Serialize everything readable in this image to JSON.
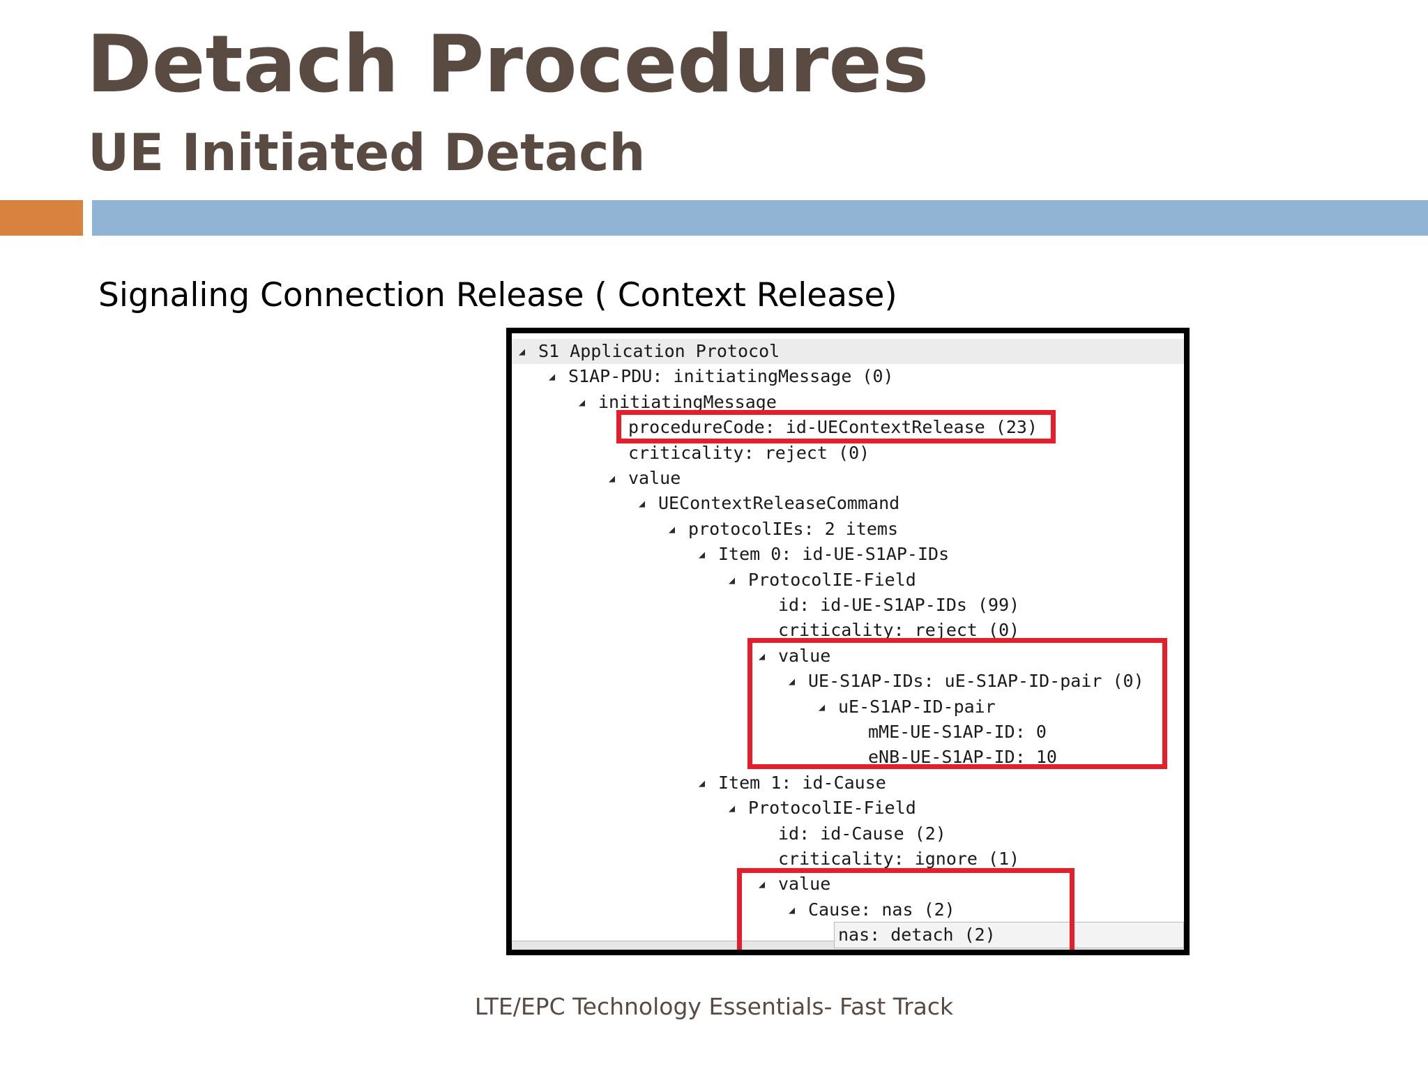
{
  "slide": {
    "title": "Detach Procedures",
    "subtitle": "UE Initiated Detach",
    "heading": "Signaling Connection Release ( Context Release)",
    "footer": "LTE/EPC Technology Essentials- Fast Track"
  },
  "colors": {
    "title_text": "#594a42",
    "accent_orange": "#d9823f",
    "accent_blue": "#92b4d4",
    "highlight_red": "#e41f2b"
  },
  "packet_tree": {
    "expander_icon": "triangle-expanded-icon",
    "rows": [
      {
        "text": "S1 Application Protocol",
        "expanded": true
      },
      {
        "text": "S1AP-PDU: initiatingMessage (0)",
        "expanded": true
      },
      {
        "text": "initiatingMessage",
        "expanded": true
      },
      {
        "text": "procedureCode: id-UEContextRelease (23)",
        "expanded": false
      },
      {
        "text": "criticality: reject (0)",
        "expanded": false
      },
      {
        "text": "value",
        "expanded": true
      },
      {
        "text": "UEContextReleaseCommand",
        "expanded": true
      },
      {
        "text": "protocolIEs: 2 items",
        "expanded": true
      },
      {
        "text": "Item 0: id-UE-S1AP-IDs",
        "expanded": true
      },
      {
        "text": "ProtocolIE-Field",
        "expanded": true
      },
      {
        "text": "id: id-UE-S1AP-IDs (99)",
        "expanded": false
      },
      {
        "text": "criticality: reject (0)",
        "expanded": false
      },
      {
        "text": "value",
        "expanded": true
      },
      {
        "text": "UE-S1AP-IDs: uE-S1AP-ID-pair (0)",
        "expanded": true
      },
      {
        "text": "uE-S1AP-ID-pair",
        "expanded": true
      },
      {
        "text": "mME-UE-S1AP-ID: 0",
        "expanded": false
      },
      {
        "text": "eNB-UE-S1AP-ID: 10",
        "expanded": false
      },
      {
        "text": "Item 1: id-Cause",
        "expanded": true
      },
      {
        "text": "ProtocolIE-Field",
        "expanded": true
      },
      {
        "text": "id: id-Cause (2)",
        "expanded": false
      },
      {
        "text": "criticality: ignore (1)",
        "expanded": false
      },
      {
        "text": "value",
        "expanded": true
      },
      {
        "text": "Cause: nas (2)",
        "expanded": true
      },
      {
        "text": "nas: detach (2)",
        "expanded": false,
        "selected": true
      }
    ]
  }
}
